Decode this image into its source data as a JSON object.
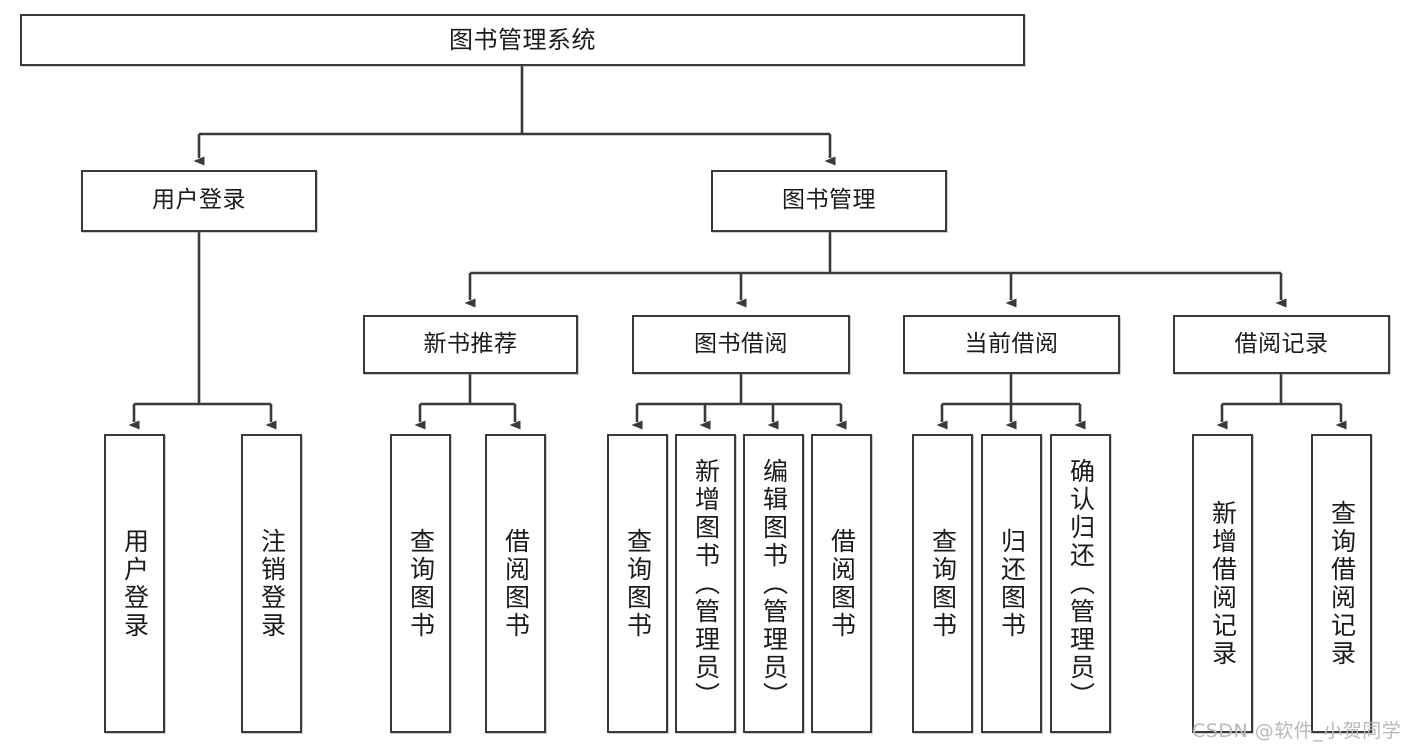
{
  "diagram": {
    "title": "图书管理系统",
    "type": "tree-hierarchy-functional-structure",
    "colors": {
      "box_border": "#3a3a3a",
      "box_fill": "#ffffff",
      "edge": "#3a3a3a",
      "text": "#1b1b1b",
      "watermark": "#b9b9b9"
    },
    "nodes": {
      "root": {
        "label": "图书管理系统"
      },
      "level2": [
        {
          "id": "user-login",
          "label": "用户登录"
        },
        {
          "id": "book-manage",
          "label": "图书管理"
        }
      ],
      "level3": [
        {
          "id": "new-book-recommend",
          "label": "新书推荐"
        },
        {
          "id": "book-borrow",
          "label": "图书借阅"
        },
        {
          "id": "current-borrow",
          "label": "当前借阅"
        },
        {
          "id": "borrow-record",
          "label": "借阅记录"
        }
      ],
      "leaves": {
        "user-login": [
          {
            "id": "leaf-user-login",
            "label": "用户登录"
          },
          {
            "id": "leaf-user-logout",
            "label": "注销登录"
          }
        ],
        "new-book-recommend": [
          {
            "id": "leaf-query-book-1",
            "label": "查询图书"
          },
          {
            "id": "leaf-borrow-book-1",
            "label": "借阅图书"
          }
        ],
        "book-borrow": [
          {
            "id": "leaf-query-book-2",
            "label": "查询图书"
          },
          {
            "id": "leaf-add-book",
            "label": "新增图书（管理员）"
          },
          {
            "id": "leaf-edit-book",
            "label": "编辑图书（管理员）"
          },
          {
            "id": "leaf-borrow-book-2",
            "label": "借阅图书"
          }
        ],
        "current-borrow": [
          {
            "id": "leaf-query-book-3",
            "label": "查询图书"
          },
          {
            "id": "leaf-return-book",
            "label": "归还图书"
          },
          {
            "id": "leaf-confirm-return",
            "label": "确认归还（管理员）"
          }
        ],
        "borrow-record": [
          {
            "id": "leaf-add-record",
            "label": "新增借阅记录"
          },
          {
            "id": "leaf-query-record",
            "label": "查询借阅记录"
          }
        ]
      }
    },
    "watermark": "CSDN @软件_小贺同学"
  }
}
